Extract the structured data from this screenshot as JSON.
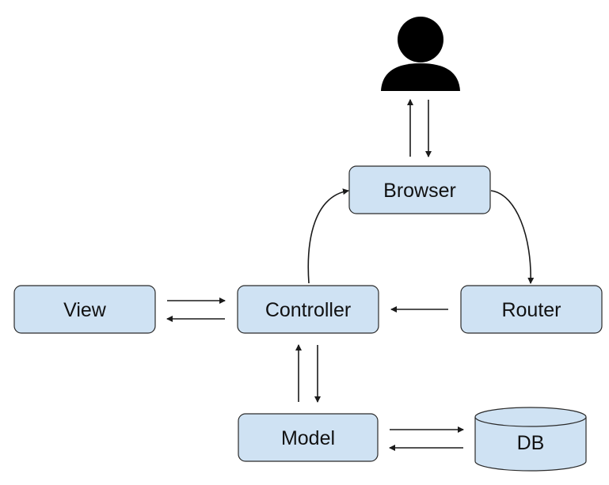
{
  "colors": {
    "box_fill": "#cfe2f3",
    "box_stroke": "#2b2b2b",
    "arrow": "#1a1a1a",
    "user_icon": "#000000",
    "background": "#ffffff"
  },
  "icons": {
    "user": "person-icon"
  },
  "nodes": {
    "browser": "Browser",
    "view": "View",
    "controller": "Controller",
    "router": "Router",
    "model": "Model",
    "db": "DB"
  }
}
